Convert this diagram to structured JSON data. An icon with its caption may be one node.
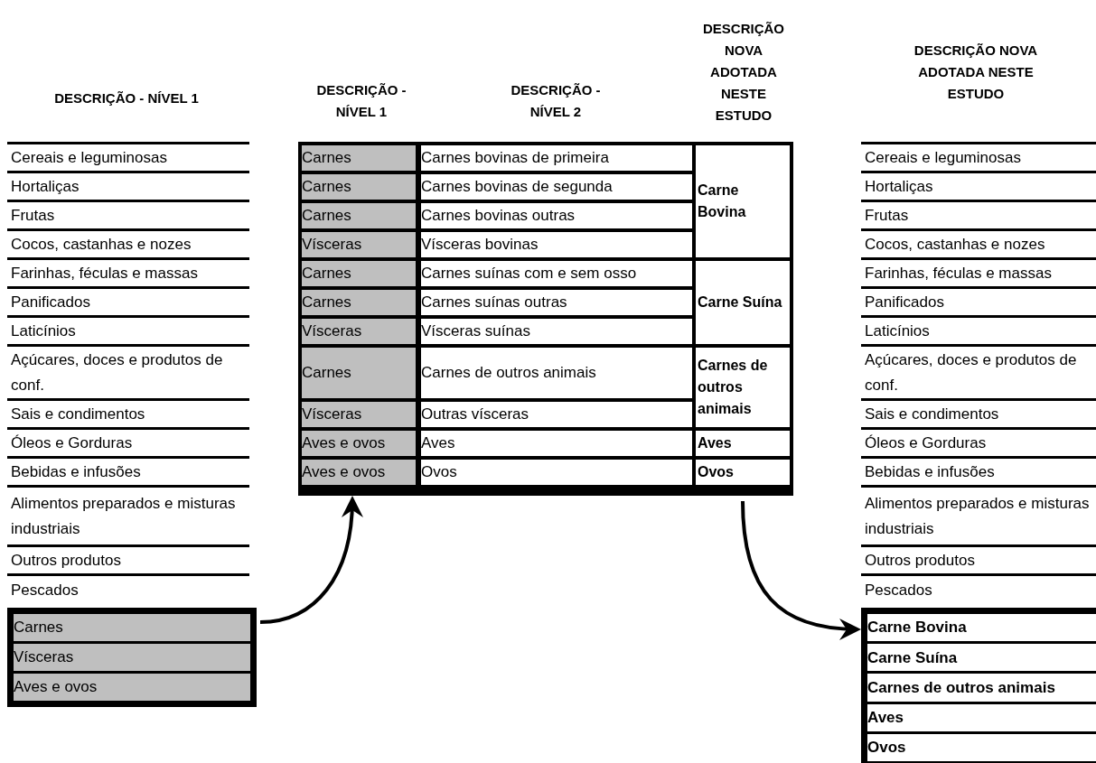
{
  "diagram": {
    "nodes": [
      {
        "text": [
          "Carnes",
          "Vísceras",
          "Aves e ovos"
        ]
      },
      {
        "text": [
          "Carnes",
          "Carnes",
          "Carnes",
          "Vísceras",
          "Carnes",
          "Carnes",
          "Vísceras",
          "Carnes",
          "Vísceras",
          "Aves e ovos",
          "Aves e ovos"
        ]
      },
      {
        "text": [
          "Carne Bovina",
          "Carne Suína",
          "Carnes de outros animais",
          "Aves",
          "Ovos"
        ]
      },
      {
        "text": [
          "Carne Bovina",
          "Carne Suína",
          "Carnes de outros animais",
          "Aves",
          "Ovos"
        ]
      }
    ],
    "edges": [
      {
        "from": 0,
        "to": 1,
        "arrow": "to"
      },
      {
        "from": 2,
        "to": 3,
        "arrow": "to"
      }
    ],
    "labels": [
      "DESCRIÇÃO - NÍVEL 1",
      "DESCRIÇÃO - NÍVEL 1",
      "DESCRIÇÃO - NÍVEL 2",
      "DESCRIÇÃO NOVA ADOTADA NESTE ESTUDO",
      "DESCRIÇÃO NOVA ADOTADA NESTE ESTUDO",
      "Cereais e leguminosas",
      "Hortaliças",
      "Frutas",
      "Cocos, castanhas e nozes",
      "Farinhas, féculas e massas",
      "Panificados",
      "Laticínios",
      "Açúcares, doces e produtos de conf.",
      "Sais e condimentos",
      "Óleos e Gorduras",
      "Bebidas e infusões",
      "Alimentos preparados e misturas industriais",
      "Outros produtos",
      "Pescados",
      "Carnes bovinas de primeira",
      "Carnes bovinas de segunda",
      "Carnes bovinas outras",
      "Vísceras bovinas",
      "Carnes suínas com e sem osso",
      "Carnes suínas outras",
      "Vísceras suínas",
      "Carnes de outros animais",
      "Outras vísceras",
      "Aves",
      "Ovos",
      "Cereais e leguminosas",
      "Hortaliças",
      "Frutas",
      "Cocos, castanhas e nozes",
      "Farinhas, féculas e massas",
      "Panificados",
      "Laticínios",
      "Açúcares, doces e produtos de conf.",
      "Sais e condimentos",
      "Óleos e Gorduras",
      "Bebidas e infusões",
      "Alimentos preparados e misturas industriais",
      "Outros produtos",
      "Pescados"
    ]
  }
}
